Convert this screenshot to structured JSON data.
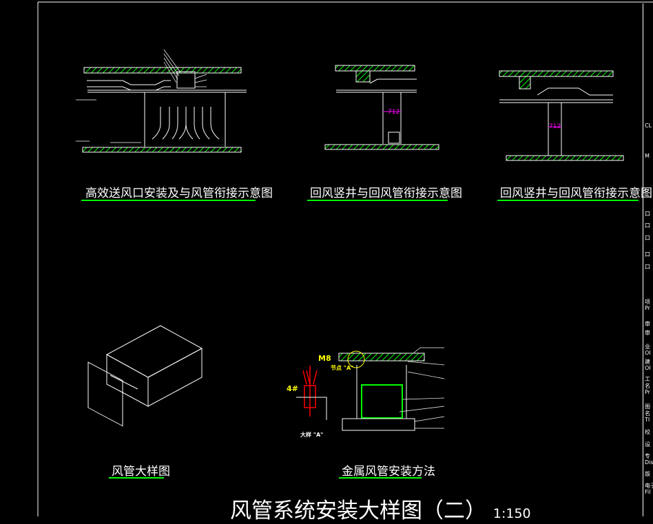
{
  "drawing": {
    "title": "风管系统安装大样图（二）",
    "scale": "1:150",
    "details": [
      {
        "caption": "高效送风口安装及与风管衔接示意图"
      },
      {
        "caption": "回风竖井与回风管衔接示意图",
        "dimension": "712"
      },
      {
        "caption": "回风竖井与回风管衔接示意图",
        "dimension": "712"
      },
      {
        "caption": "风管大样图"
      },
      {
        "caption": "金属风管安装方法",
        "labels": {
          "bolt": "M8",
          "angle": "4#",
          "detail_a": "大样 \"A\"",
          "node_a": "节点 \"A\""
        }
      }
    ]
  },
  "title_block": {
    "cells": [
      "CL",
      "M",
      "项",
      "Pr",
      "审",
      "审",
      "业",
      "OI",
      "建",
      "OI",
      "工",
      "名",
      "Pr",
      "图",
      "名",
      "TI",
      "校",
      "设",
      "专",
      "Dis",
      "版",
      "电子",
      "Fil"
    ],
    "checkboxes": [
      "口",
      "口",
      "口",
      "口",
      "口"
    ]
  },
  "colors": {
    "background": "#000000",
    "lines": "#ffffff",
    "hatch": "#00ff00",
    "dimension": "#ff00ff",
    "annotation": "#ffff00",
    "rebar": "#ff0000"
  }
}
